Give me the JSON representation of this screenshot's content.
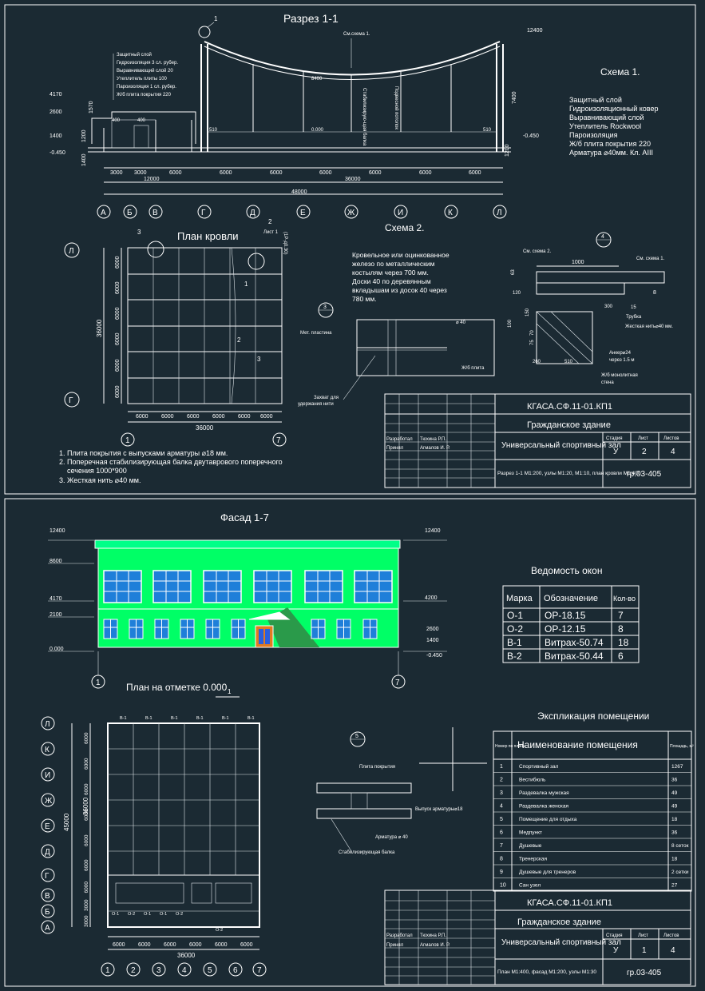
{
  "sheet1": {
    "section_title": "Разрез 1-1",
    "scheme1_title": "Схема 1.",
    "scheme1_layers": [
      "Защитный слой",
      "Гидроизоляционный ковер",
      "Выравнивающий слой",
      "Утеплитель Rockwool",
      "Пароизоляция",
      "Ж/б плита покрытия 220",
      "Арматура  ⌀40мм. Кл. АIII"
    ],
    "section_labels": [
      "Защитный слой",
      "Гидроизоляция 3 сл. рубер.",
      "Выравнивающий слой 20",
      "Утеплитель плиты 100",
      "Пароизоляция 1 сл. рубер.",
      "Ж/б плита покрытия 220"
    ],
    "see_scheme1": "См.схема 1.",
    "stab_beam": "Стабилизирую-щая балка",
    "suspended_ceiling": "Подвесной потолок",
    "elevations": [
      "12400",
      "7400",
      "4170",
      "2600",
      "1400",
      "1200",
      "-0.450",
      "0.000",
      "8400",
      "510",
      "510",
      "-0.450",
      "1200",
      "400",
      "400",
      "1570",
      "1400"
    ],
    "spans": [
      "3000",
      "3000",
      "6000",
      "6000",
      "6000",
      "6000",
      "6000",
      "6000",
      "6000"
    ],
    "totals": [
      "12000",
      "36000",
      "48000"
    ],
    "axes": [
      "А",
      "Б",
      "В",
      "Г",
      "Д",
      "Е",
      "Ж",
      "И",
      "К",
      "Л"
    ],
    "roof_plan_title": "План кровли",
    "sheet_ref": "Лист 1",
    "roof_axes_left": [
      "Л",
      "Г"
    ],
    "roof_axes_bottom": [
      "1",
      "7"
    ],
    "roof_spans_v": [
      "6000",
      "6000",
      "6000",
      "6000",
      "6000",
      "6000"
    ],
    "roof_total_v": "36000",
    "roof_spans_h": [
      "6000",
      "6000",
      "6000",
      "6000",
      "6000",
      "6000"
    ],
    "roof_total_h": "36000",
    "roof_side_label": "(1Р-д0.30)",
    "roof_markers": [
      "1",
      "2",
      "3"
    ],
    "notes": [
      "1. Плита покрытия с выпусками арматуры ⌀18 мм.",
      "2. Поперечная стабилизирующая балка двутаврового поперечного",
      "    сечения 1000*900",
      "3. Жесткая нить ⌀40 мм."
    ],
    "scheme2_title": "Схема 2.",
    "scheme2_text": [
      "Кровельное или оцинкованное",
      "железо по металлическим",
      "костылям через 700 мм.",
      "Доски 40 по деревянным",
      "вкладышам из досок 40 через",
      "780 мм."
    ],
    "node3_labels": [
      "Мет. пластина",
      "⌀ 40",
      "Ж/б плита",
      "Захват для",
      "удержания нити"
    ],
    "node4_labels": [
      "См. схема 2.",
      "См. схема 1.",
      "1000",
      "120",
      "63",
      "15",
      "Трубка",
      "Жесткая нить⌀40 мм.",
      "Анкер⌀24",
      "через 1.5 м",
      "Ж/б монолитная",
      "стена",
      "260",
      "510",
      "300",
      "75",
      "70",
      "100",
      "150",
      "8"
    ],
    "stamp": {
      "code": "КГАСА.СФ.11-01.КП1",
      "building": "Гражданское здание",
      "project": "Универсальный спортивный зал",
      "roles": [
        "Разработал",
        "Принял"
      ],
      "names": [
        "Тюхина Р.П.",
        "Агмалов И. Р."
      ],
      "stage_h": "Стадия",
      "sheet_h": "Лист",
      "sheets_h": "Листов",
      "stage": "У",
      "sheet": "2",
      "sheets": "4",
      "content": "Разрез 1-1 М1:200, узлы М1:20, М1:10, план кровли М1:400",
      "group": "гр.03-405"
    }
  },
  "sheet2": {
    "facade_title": "Фасад 1-7",
    "facade_elevations": [
      "12400",
      "8600",
      "4170",
      "2100",
      "0.000",
      "12400",
      "4200",
      "2600",
      "1400",
      "-0.450"
    ],
    "facade_axes": [
      "1",
      "7"
    ],
    "windows_title": "Ведомость окон",
    "windows_headers": [
      "Марка",
      "Обозначение",
      "Кол-во"
    ],
    "windows_rows": [
      [
        "О-1",
        "ОР-18.15",
        "7"
      ],
      [
        "О-2",
        "ОР-12.15",
        "8"
      ],
      [
        "В-1",
        "Витрах-50.74",
        "18"
      ],
      [
        "В-2",
        "Витрах-50.44",
        "6"
      ]
    ],
    "plan_title": "План на отметке 0.000",
    "plan_axes_left": [
      "Л",
      "К",
      "И",
      "Ж",
      "Е",
      "Д",
      "Г",
      "В",
      "Б",
      "А"
    ],
    "plan_axes_bottom": [
      "1",
      "2",
      "3",
      "4",
      "5",
      "6",
      "7"
    ],
    "plan_spans_v": [
      "6000",
      "6000",
      "6000",
      "6000",
      "6000",
      "6000",
      "6000",
      "3000",
      "3000"
    ],
    "plan_total_v": [
      "36000",
      "45000"
    ],
    "plan_spans_h": [
      "6000",
      "6000",
      "6000",
      "6000",
      "6000",
      "6000"
    ],
    "plan_total_h": "36000",
    "plan_marks": [
      "В-1",
      "В-1",
      "В-1",
      "В-1",
      "В-1",
      "В-1",
      "О-1",
      "О-2",
      "О-1",
      "О-1",
      "О-2",
      "О-2"
    ],
    "node5_labels": [
      "Плита покрытия",
      "Выпуск арматуры⌀18",
      "Арматура ⌀ 40",
      "Стабилизирующая балка"
    ],
    "explication_title": "Экспликация помещении",
    "expl_headers": [
      "Номер по плану",
      "Наименование помещения",
      "Площадь, м²"
    ],
    "expl_rows": [
      [
        "1",
        "Спортивный зал",
        "1267"
      ],
      [
        "2",
        "Вестибюль",
        "36"
      ],
      [
        "3",
        "Раздевалка мужская",
        "49"
      ],
      [
        "4",
        "Раздевалка женская",
        "49"
      ],
      [
        "5",
        "Помещение для отдыха",
        "18"
      ],
      [
        "6",
        "Медпункт",
        "36"
      ],
      [
        "7",
        "Душевые",
        "8 сеток"
      ],
      [
        "8",
        "Тренерская",
        "18"
      ],
      [
        "9",
        "Душевые для тренеров",
        "2 сетки"
      ],
      [
        "10",
        "Сан узел",
        "27"
      ]
    ],
    "stamp": {
      "code": "КГАСА.СФ.11-01.КП1",
      "building": "Гражданское здание",
      "project": "Универсальный спортивный зал",
      "roles": [
        "Разработал",
        "Принял"
      ],
      "names": [
        "Тюхина Р.П.",
        "Агмалов И. Р."
      ],
      "stage_h": "Стадия",
      "sheet_h": "Лист",
      "sheets_h": "Листов",
      "stage": "У",
      "sheet": "1",
      "sheets": "4",
      "content": "План М1:400, фасад М1:200, узлы М1:30",
      "group": "гр.03-405"
    }
  }
}
